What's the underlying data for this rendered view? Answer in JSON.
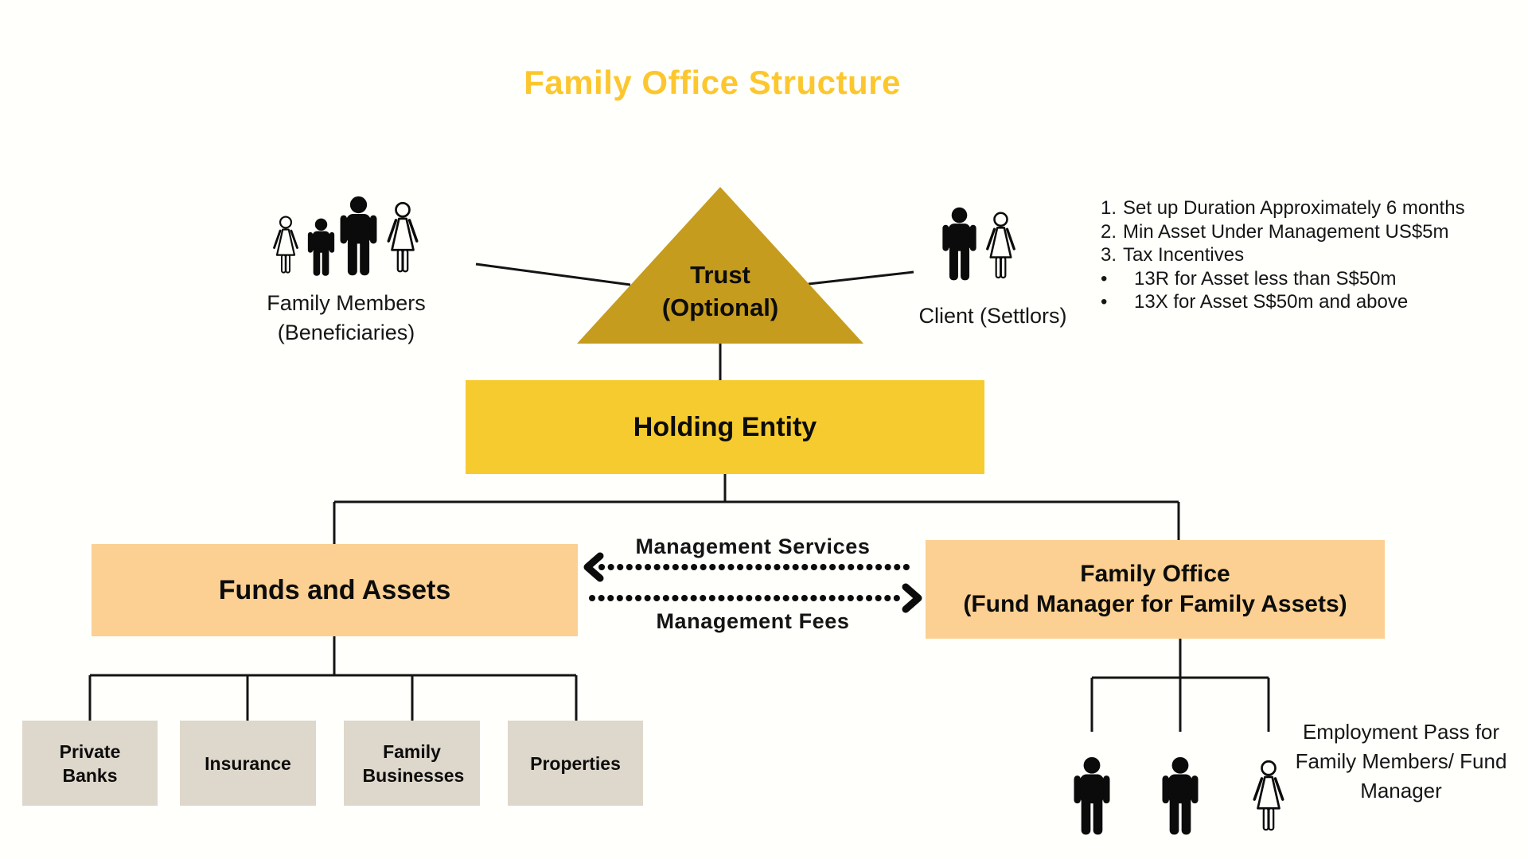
{
  "title": "Family Office Structure",
  "triangle": {
    "line1": "Trust",
    "line2": "(Optional)"
  },
  "boxes": {
    "holding": "Holding Entity",
    "funds": "Funds and Assets",
    "family_office": {
      "line1": "Family Office",
      "line2": "(Fund Manager for Family Assets)"
    },
    "assets": [
      "Private Banks",
      "Insurance",
      "Family Businesses",
      "Properties"
    ]
  },
  "actors": {
    "family_members": {
      "line1": "Family Members",
      "line2": "(Beneficiaries)"
    },
    "client": "Client (Settlors)"
  },
  "flows": {
    "services": "Management Services",
    "fees": "Management Fees"
  },
  "notes": [
    {
      "marker": "1.",
      "text": "Set up Duration Approximately 6 months"
    },
    {
      "marker": "2.",
      "text": "Min Asset Under Management US$5m"
    },
    {
      "marker": "3.",
      "text": "Tax Incentives"
    },
    {
      "marker": "•",
      "text": "13R for Asset less than S$50m"
    },
    {
      "marker": "•",
      "text": "13X for Asset S$50m and above"
    }
  ],
  "employment_note": {
    "line1": "Employment Pass for",
    "line2": "Family Members/ Fund",
    "line3": "Manager"
  },
  "icons": {
    "family_group": "family-members-icon",
    "client_pair": "client-settlors-icon",
    "employees": "employment-pass-people-icon"
  },
  "colors": {
    "title": "#FCC72E",
    "triangle": "#C69C1E",
    "holding_box": "#F6CB2F",
    "peach_box": "#FBD092",
    "asset_box": "#DED7CB",
    "line": "#141414",
    "background": "#FFFFFC"
  }
}
